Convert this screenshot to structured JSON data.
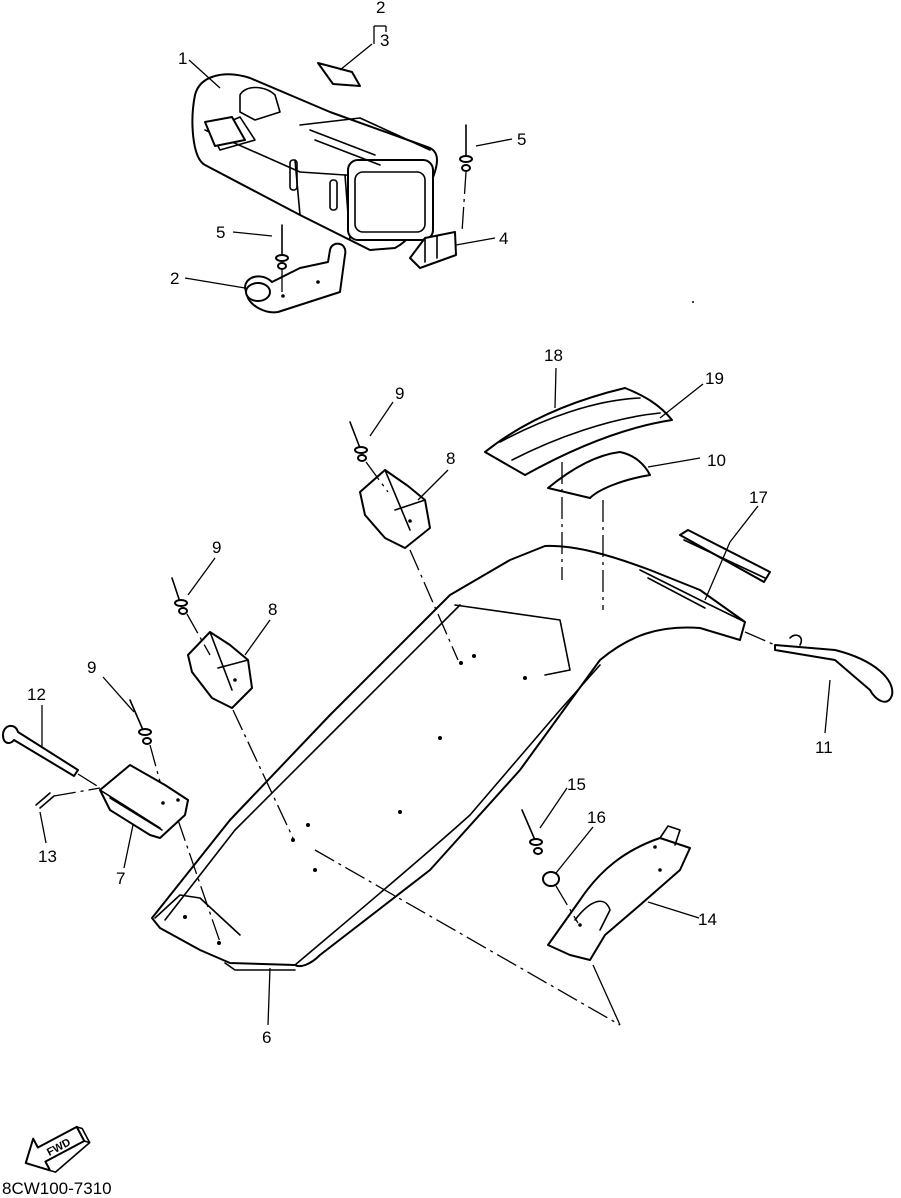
{
  "diagram": {
    "code": "8CW100-7310",
    "fwd_label": "FWD",
    "callouts": {
      "c1": "1",
      "c2a": "2",
      "c3": "3",
      "c2b": "2",
      "c4": "4",
      "c5a": "5",
      "c5b": "5",
      "c6": "6",
      "c7": "7",
      "c8a": "8",
      "c8b": "8",
      "c9a": "9",
      "c9b": "9",
      "c9c": "9",
      "c10": "10",
      "c11": "11",
      "c12": "12",
      "c13": "13",
      "c14": "14",
      "c15": "15",
      "c16": "16",
      "c17": "17",
      "c18": "18",
      "c19": "19"
    }
  }
}
